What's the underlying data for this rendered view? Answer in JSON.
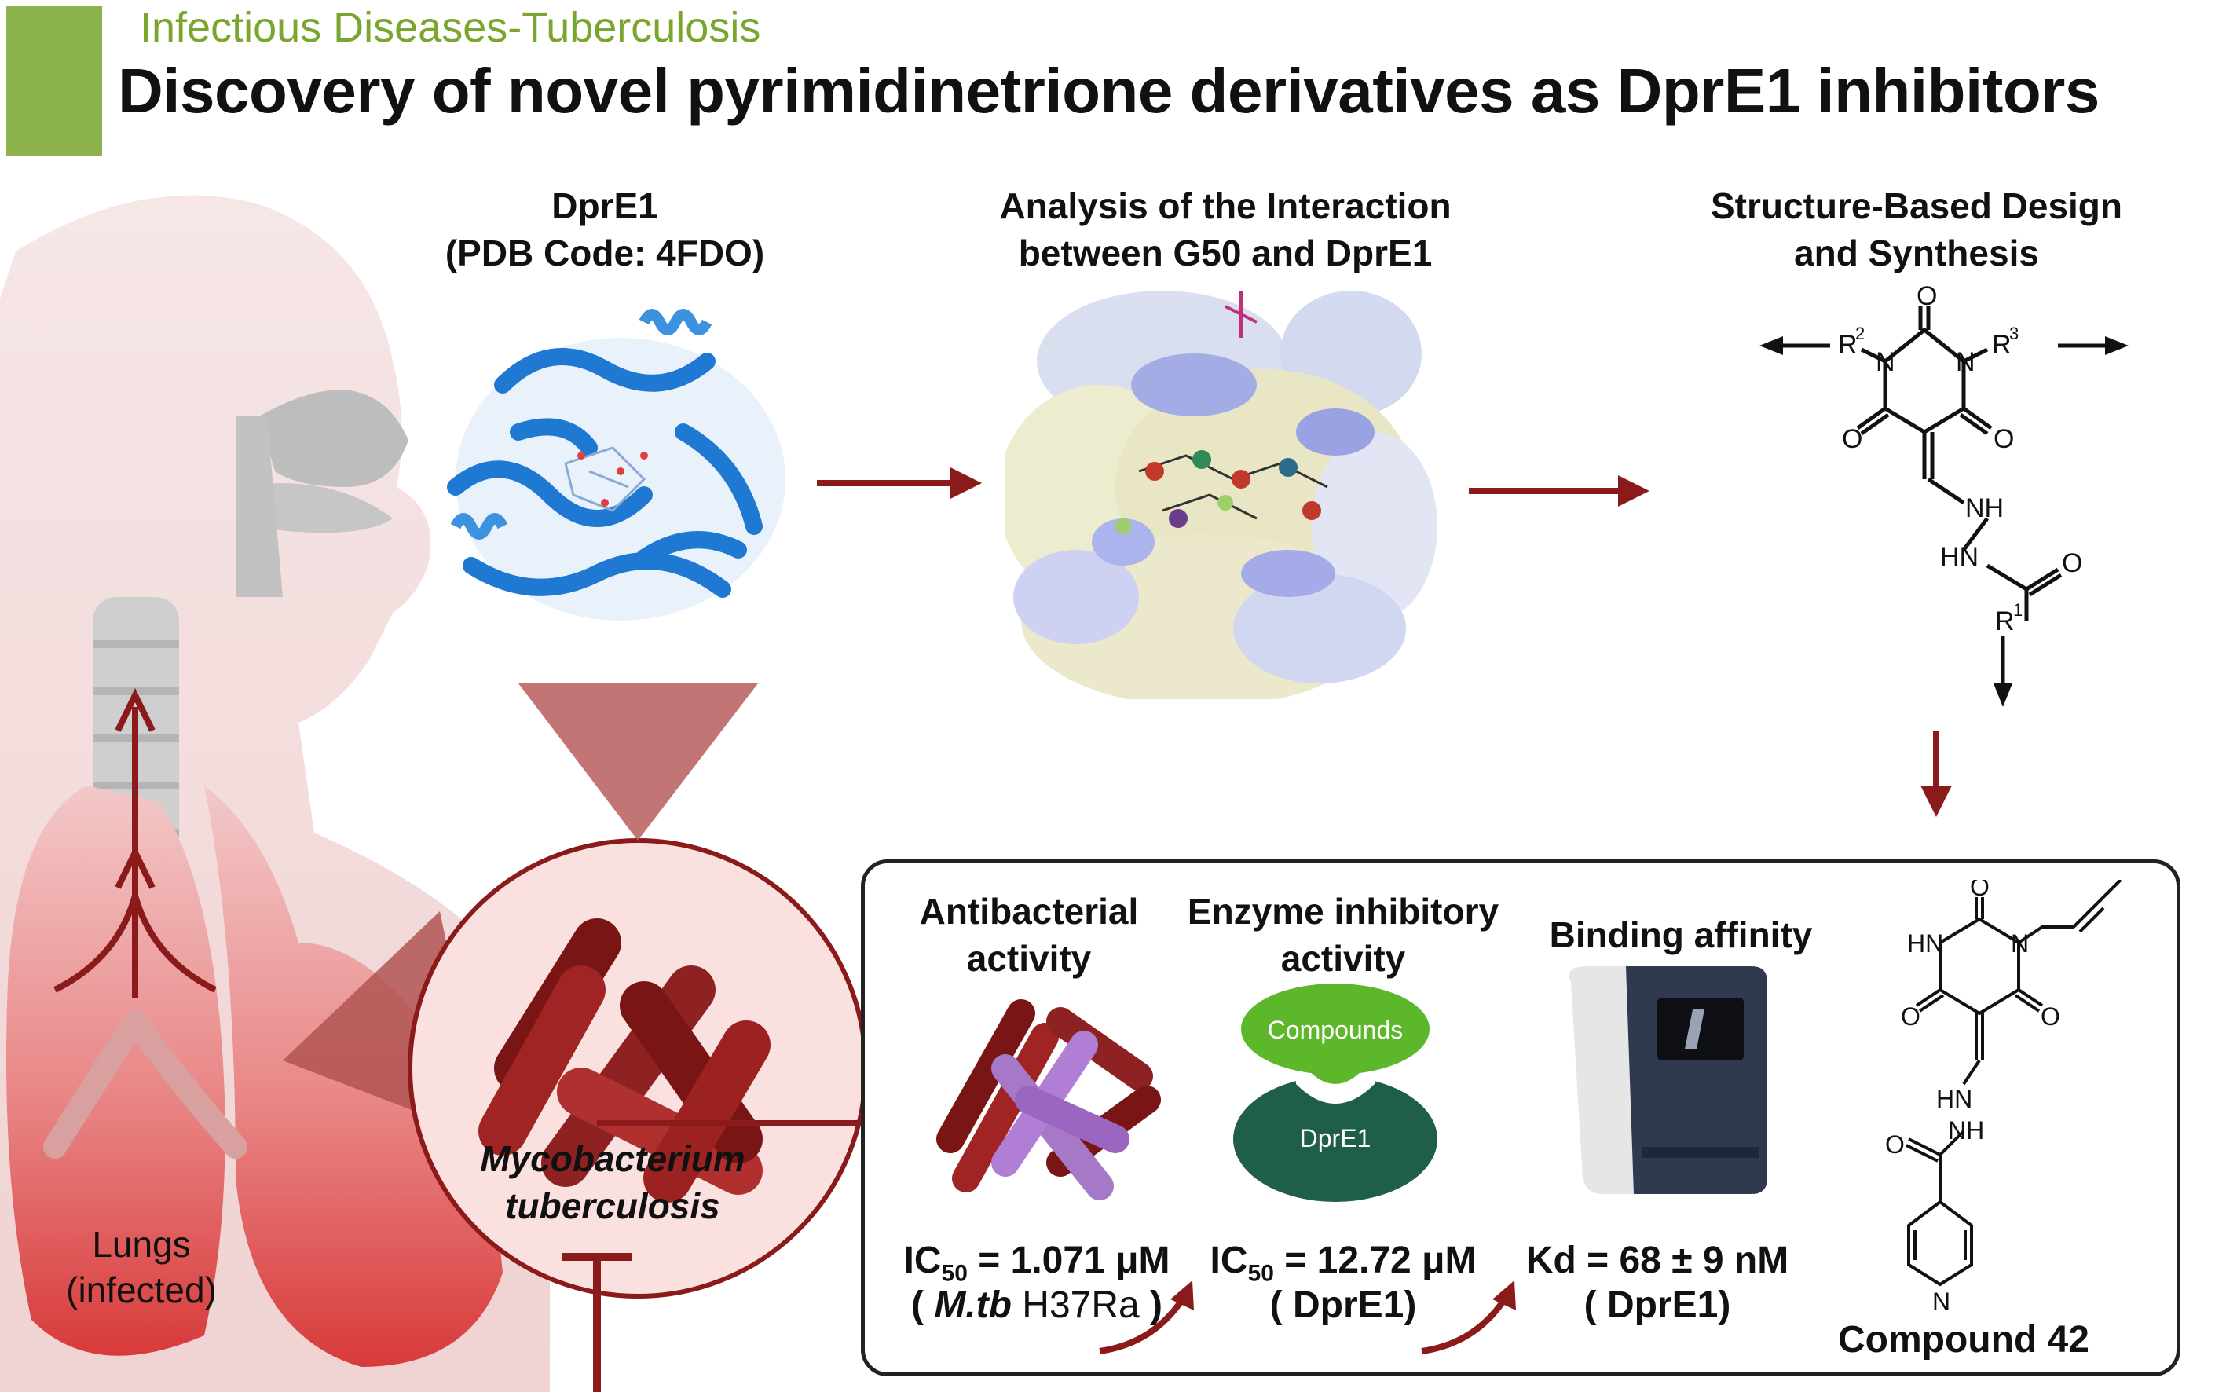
{
  "header": {
    "category": "Infectious Diseases-Tuberculosis",
    "title": "Discovery of novel pyrimidinetrione derivatives as DprE1 inhibitors"
  },
  "left": {
    "lungs_label_1": "Lungs",
    "lungs_label_2": "(infected)",
    "bacterium_1": "Mycobacterium",
    "bacterium_2": "tuberculosis"
  },
  "protein": {
    "title_1": "DprE1",
    "title_2": "(PDB Code: 4FDO)"
  },
  "interaction": {
    "title_1": "Analysis of the Interaction",
    "title_2": "between G50 and DprE1"
  },
  "design": {
    "title_1": "Structure-Based Design",
    "title_2": "and Synthesis",
    "atoms": {
      "O": "O",
      "N": "N",
      "R1": "R",
      "R2": "R",
      "R3": "R",
      "sup1": "1",
      "sup2": "2",
      "sup3": "3",
      "NH": "NH",
      "HN": "HN"
    }
  },
  "results": {
    "antibacterial_1": "Antibacterial",
    "antibacterial_2": "activity",
    "enzyme_1": "Enzyme inhibitory",
    "enzyme_2": "activity",
    "binding": "Binding affinity",
    "compounds_label": "Compounds",
    "dpre1_label": "DprE1",
    "ic50_1_prefix": "IC",
    "ic50_sub": "50",
    "ic50_1_value": " = 1.071 μM",
    "ic50_1_note_open": "(",
    "ic50_1_strain_italic": "M.tb",
    "ic50_1_strain": " H37Ra",
    "ic50_1_note_close": ")",
    "ic50_2_value": " = 12.72 μM",
    "ic50_2_note": "( DprE1)",
    "kd_value": "Kd = 68 ± 9 nM",
    "kd_note": "( DprE1)",
    "compound_name": "Compound 42",
    "c42_atoms": {
      "O": "O",
      "N": "N",
      "HN": "HN",
      "NH": "NH"
    }
  },
  "colors": {
    "accent_green": "#8db34e",
    "arrow_red": "#8b1a1a",
    "bacteria_red": "#8e2222",
    "compounds_green": "#5cb82a",
    "dpre1_green": "#1f5e4a",
    "protein_blue": "#1f78d1"
  }
}
